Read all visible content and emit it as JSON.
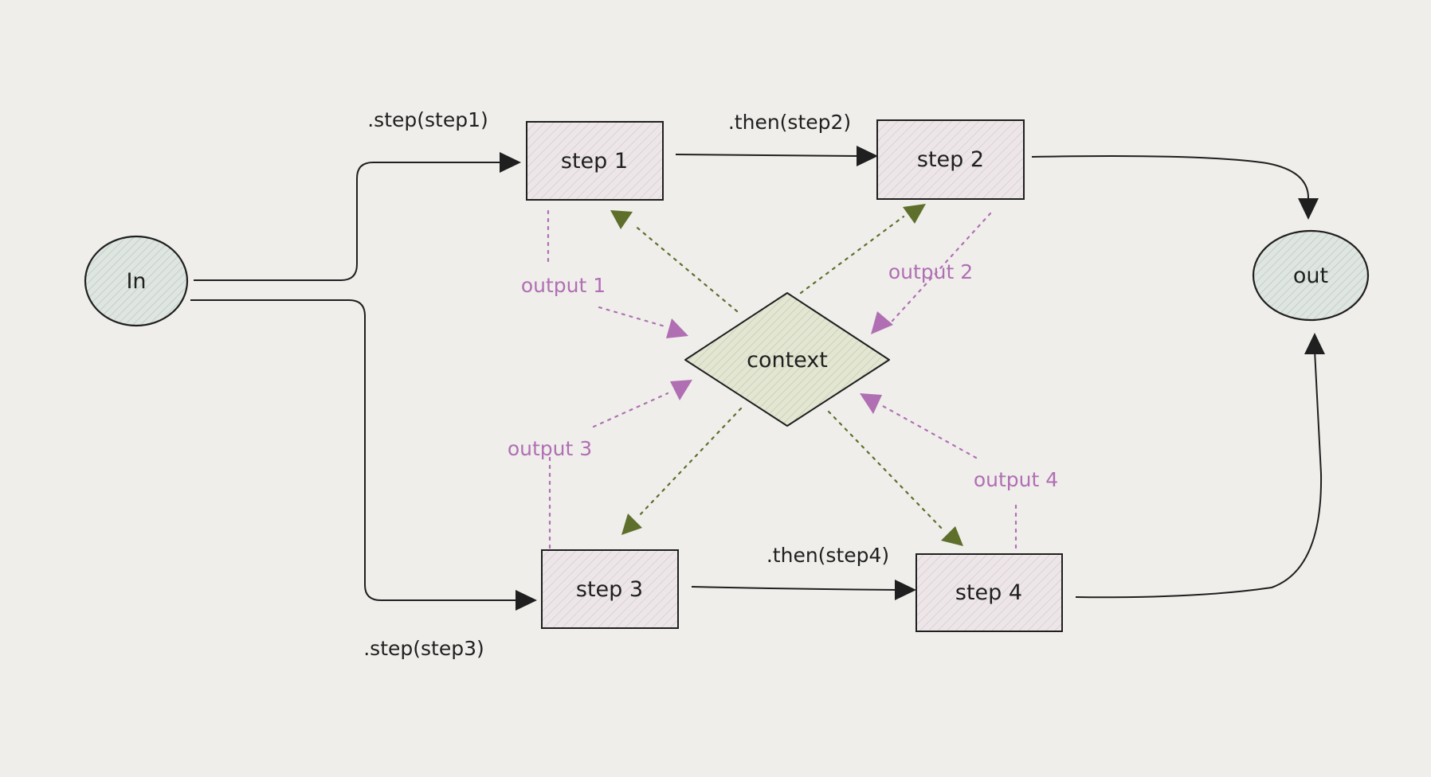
{
  "nodes": {
    "input": "In",
    "output": "out",
    "context": "context",
    "step1": "step 1",
    "step2": "step 2",
    "step3": "step 3",
    "step4": "step 4"
  },
  "edges": {
    "step_step1": ".step(step1)",
    "then_step2": ".then(step2)",
    "step_step3": ".step(step3)",
    "then_step4": ".then(step4)"
  },
  "outputs": {
    "o1": "output 1",
    "o2": "output 2",
    "o3": "output 3",
    "o4": "output 4"
  },
  "colors": {
    "background": "#efeeeb",
    "ink": "#1f1f1f",
    "output_arrow": "#b06fb3",
    "context_arrow": "#5e6f2c",
    "step_fill": "#ede6e8",
    "circle_fill": "#dfe6e1",
    "context_fill": "#e3e6d3"
  }
}
